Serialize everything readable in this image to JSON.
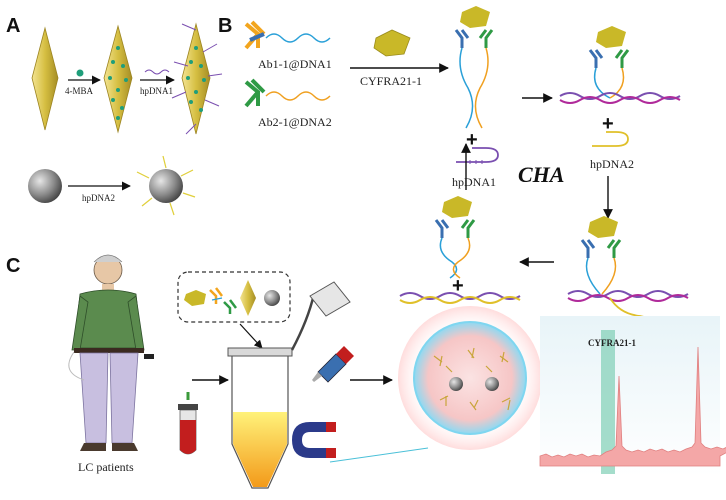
{
  "panels": {
    "a": "A",
    "b": "B",
    "c": "C"
  },
  "panel_a": {
    "mba": "4-MBA",
    "hp1": "hpDNA1",
    "hp2": "hpDNA2"
  },
  "panel_b": {
    "ab1": "Ab1-1@DNA1",
    "ab2": "Ab2-1@DNA2",
    "antigen": "CYFRA21-1",
    "hp1": "hpDNA1",
    "hp2": "hpDNA2",
    "cha": "CHA",
    "plus": "+"
  },
  "panel_c": {
    "patients": "LC patients",
    "peak_label": "CYFRA21-1"
  },
  "colors": {
    "gold": "#d9c24a",
    "green_dot": "#1f9e7a",
    "antibody_orange": "#f2a51e",
    "antibody_blue": "#3a6fb0",
    "antibody_green": "#2f9a45",
    "dna_blue": "#2aa0d8",
    "dna_orange": "#f0a020",
    "antigen_yellow": "#c9b828",
    "sphere_gray": "#777777",
    "spectrum_red": "#e98a8a",
    "highlight_teal": "#7fcfb5"
  }
}
